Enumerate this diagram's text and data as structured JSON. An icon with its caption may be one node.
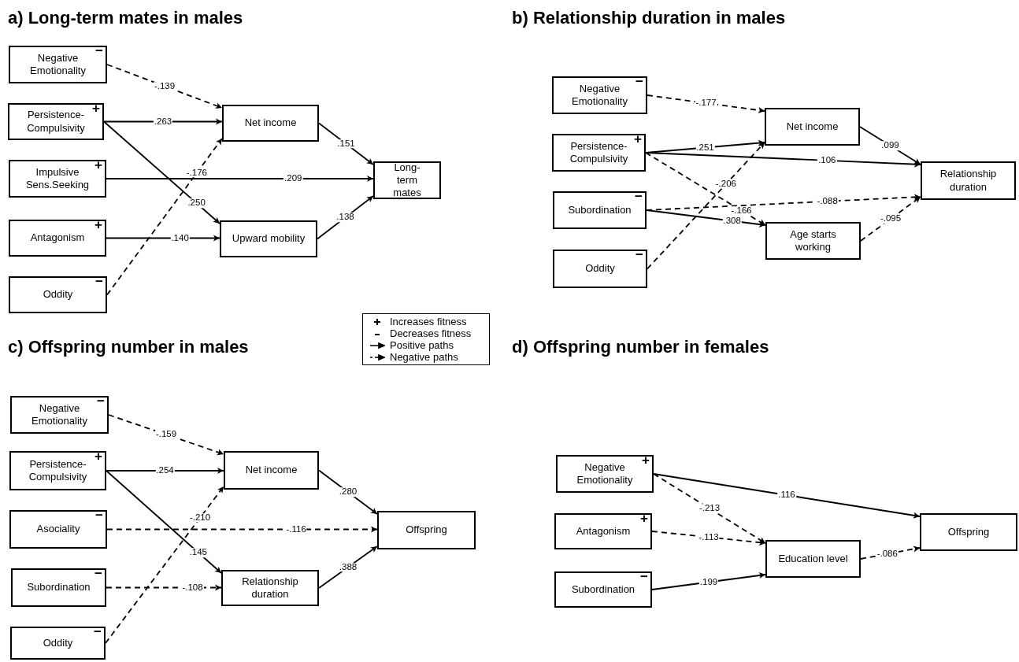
{
  "diagram": {
    "nodes": [
      {
        "text": [
          "Negative Emotionality",
          "−"
        ]
      },
      {
        "text": [
          "Persistence-Compulsivity",
          "+"
        ]
      },
      {
        "text": [
          "Impulsive Sens.Seeking",
          "+"
        ]
      },
      {
        "text": [
          "Antagonism",
          "+"
        ]
      },
      {
        "text": [
          "Oddity",
          "−"
        ]
      },
      {
        "text": [
          "Net income"
        ]
      },
      {
        "text": [
          "Upward mobility"
        ]
      },
      {
        "text": [
          "Long-term mates"
        ]
      },
      {
        "text": [
          "Negative Emotionality",
          "−"
        ]
      },
      {
        "text": [
          "Persistence-Compulsivity",
          "+"
        ]
      },
      {
        "text": [
          "Subordination",
          "−"
        ]
      },
      {
        "text": [
          "Oddity",
          "−"
        ]
      },
      {
        "text": [
          "Net income"
        ]
      },
      {
        "text": [
          "Age starts working"
        ]
      },
      {
        "text": [
          "Relationship duration"
        ]
      },
      {
        "text": [
          "Negative Emotionality",
          "−"
        ]
      },
      {
        "text": [
          "Persistence-Compulsivity",
          "+"
        ]
      },
      {
        "text": [
          "Asociality",
          "−"
        ]
      },
      {
        "text": [
          "Subordination",
          "−"
        ]
      },
      {
        "text": [
          "Oddity",
          "−"
        ]
      },
      {
        "text": [
          "Net income"
        ]
      },
      {
        "text": [
          "Relationship duration"
        ]
      },
      {
        "text": [
          "Offspring"
        ]
      },
      {
        "text": [
          "Negative Emotionality",
          "+"
        ]
      },
      {
        "text": [
          "Antagonism",
          "+"
        ]
      },
      {
        "text": [
          "Subordination",
          "−"
        ]
      },
      {
        "text": [
          "Education level"
        ]
      },
      {
        "text": [
          "Offspring"
        ]
      }
    ],
    "edges": [
      {
        "from": 0,
        "to": 5,
        "arrow": "to",
        "label": "-.139",
        "style": "dashed"
      },
      {
        "from": 1,
        "to": 5,
        "arrow": "to",
        "label": ".263"
      },
      {
        "from": 1,
        "to": 6,
        "arrow": "to",
        "label": ".250"
      },
      {
        "from": 2,
        "to": 7,
        "arrow": "to",
        "label": ".209"
      },
      {
        "from": 3,
        "to": 6,
        "arrow": "to",
        "label": ".140"
      },
      {
        "from": 4,
        "to": 5,
        "arrow": "to",
        "label": "-.176",
        "style": "dashed"
      },
      {
        "from": 5,
        "to": 7,
        "arrow": "to",
        "label": ".151"
      },
      {
        "from": 6,
        "to": 7,
        "arrow": "to",
        "label": ".138"
      },
      {
        "from": 8,
        "to": 12,
        "arrow": "to",
        "label": "-.177",
        "style": "dashed"
      },
      {
        "from": 9,
        "to": 12,
        "arrow": "to",
        "label": ".251"
      },
      {
        "from": 9,
        "to": 14,
        "arrow": "to",
        "label": ".106"
      },
      {
        "from": 9,
        "to": 13,
        "arrow": "to",
        "label": "-.166",
        "style": "dashed"
      },
      {
        "from": 10,
        "to": 14,
        "arrow": "to",
        "label": "-.088",
        "style": "dashed"
      },
      {
        "from": 10,
        "to": 13,
        "arrow": "to",
        "label": ".308"
      },
      {
        "from": 11,
        "to": 12,
        "arrow": "to",
        "label": "-.206",
        "style": "dashed"
      },
      {
        "from": 12,
        "to": 14,
        "arrow": "to",
        "label": ".099"
      },
      {
        "from": 13,
        "to": 14,
        "arrow": "to",
        "label": "-.095",
        "style": "dashed"
      },
      {
        "from": 15,
        "to": 20,
        "arrow": "to",
        "label": "-.159",
        "style": "dashed"
      },
      {
        "from": 16,
        "to": 20,
        "arrow": "to",
        "label": ".254"
      },
      {
        "from": 16,
        "to": 21,
        "arrow": "to",
        "label": ".145"
      },
      {
        "from": 17,
        "to": 22,
        "arrow": "to",
        "label": "-.116",
        "style": "dashed"
      },
      {
        "from": 18,
        "to": 21,
        "arrow": "to",
        "label": "-.108",
        "style": "dashed"
      },
      {
        "from": 19,
        "to": 20,
        "arrow": "to",
        "label": "-.210",
        "style": "dashed"
      },
      {
        "from": 20,
        "to": 22,
        "arrow": "to",
        "label": ".280"
      },
      {
        "from": 21,
        "to": 22,
        "arrow": "to",
        "label": ".388"
      },
      {
        "from": 23,
        "to": 27,
        "arrow": "to",
        "label": ".116"
      },
      {
        "from": 23,
        "to": 26,
        "arrow": "to",
        "label": "-.213",
        "style": "dashed"
      },
      {
        "from": 24,
        "to": 26,
        "arrow": "to",
        "label": "-.113",
        "style": "dashed"
      },
      {
        "from": 25,
        "to": 26,
        "arrow": "to",
        "label": ".199"
      },
      {
        "from": 26,
        "to": 27,
        "arrow": "to",
        "label": "-.086",
        "style": "dashed"
      }
    ],
    "labels": [
      "a) Long-term mates in males",
      "b) Relationship duration in males",
      "c) Offspring number in males",
      "d) Offspring number in females"
    ],
    "legend": [
      {
        "text": "Increases fitness"
      },
      {
        "text": "Decreases fitness"
      },
      {
        "text": "Positive paths"
      },
      {
        "text": "Negative paths"
      }
    ]
  }
}
